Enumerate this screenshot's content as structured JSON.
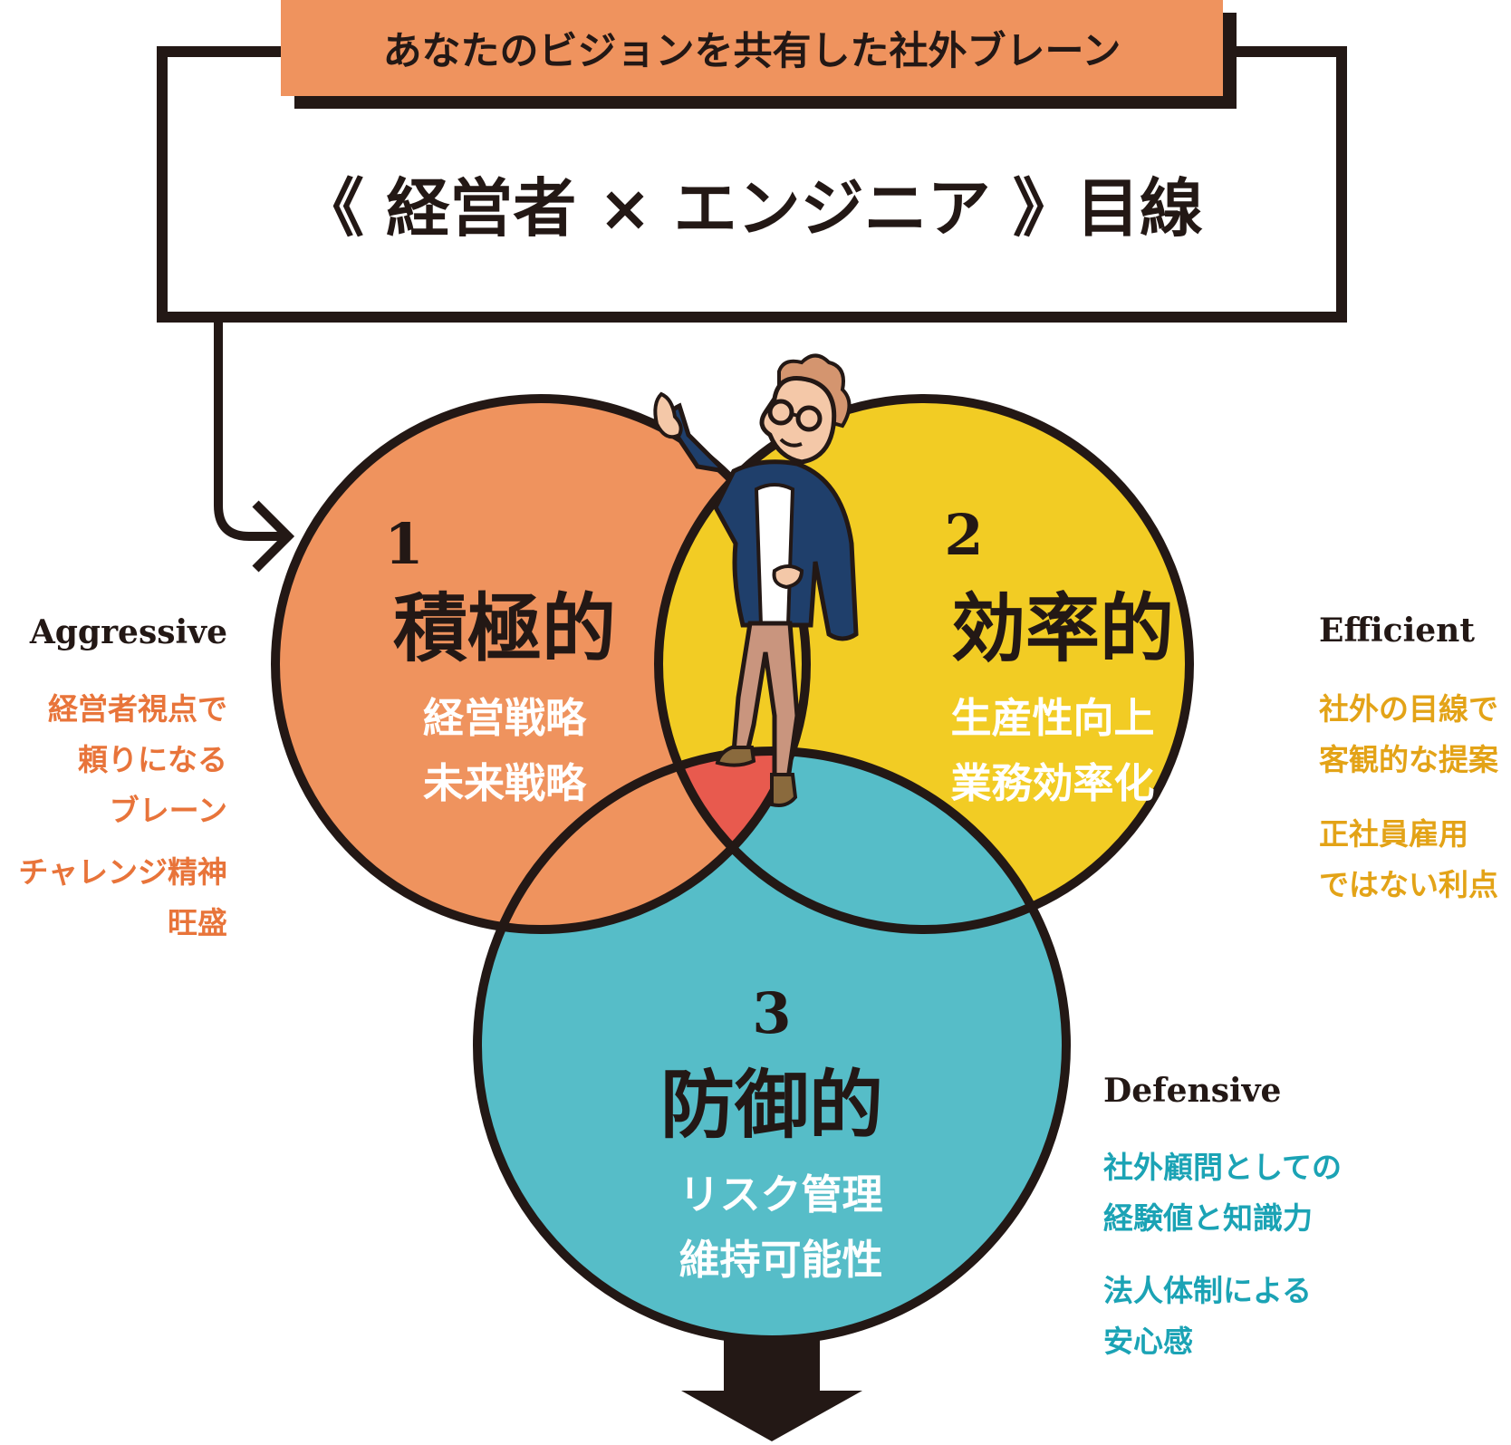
{
  "header": {
    "banner": "あなたのビジョンを共有した社外ブレーン",
    "headline": "《 経営者 × エンジニア 》目線"
  },
  "colors": {
    "orange": "#EF935E",
    "yellow": "#F2CC24",
    "teal": "#56BDC8",
    "red": "#E85A4E",
    "outline": "#231815",
    "orange_text": "#E8743A",
    "yellow_text": "#E3A317",
    "teal_text": "#1BA3B5"
  },
  "circles": [
    {
      "number": "1",
      "title": "積極的",
      "lines": [
        "経営戦略",
        "未来戦略"
      ],
      "english": "Aggressive",
      "notes": [
        "経営者視点で",
        "頼りになる",
        "ブレーン",
        "チャレンジ精神",
        "旺盛"
      ]
    },
    {
      "number": "2",
      "title": "効率的",
      "lines": [
        "生産性向上",
        "業務効率化"
      ],
      "english": "Efficient",
      "notes": [
        "社外の目線で",
        "客観的な提案",
        "正社員雇用",
        "ではない利点"
      ]
    },
    {
      "number": "3",
      "title": "防御的",
      "lines": [
        "リスク管理",
        "維持可能性"
      ],
      "english": "Defensive",
      "notes": [
        "社外顧問としての",
        "経験値と知識力",
        "法人体制による",
        "安心感"
      ]
    }
  ],
  "icons": [
    "elbow-arrow-icon",
    "down-arrow-icon",
    "person-illustration"
  ]
}
